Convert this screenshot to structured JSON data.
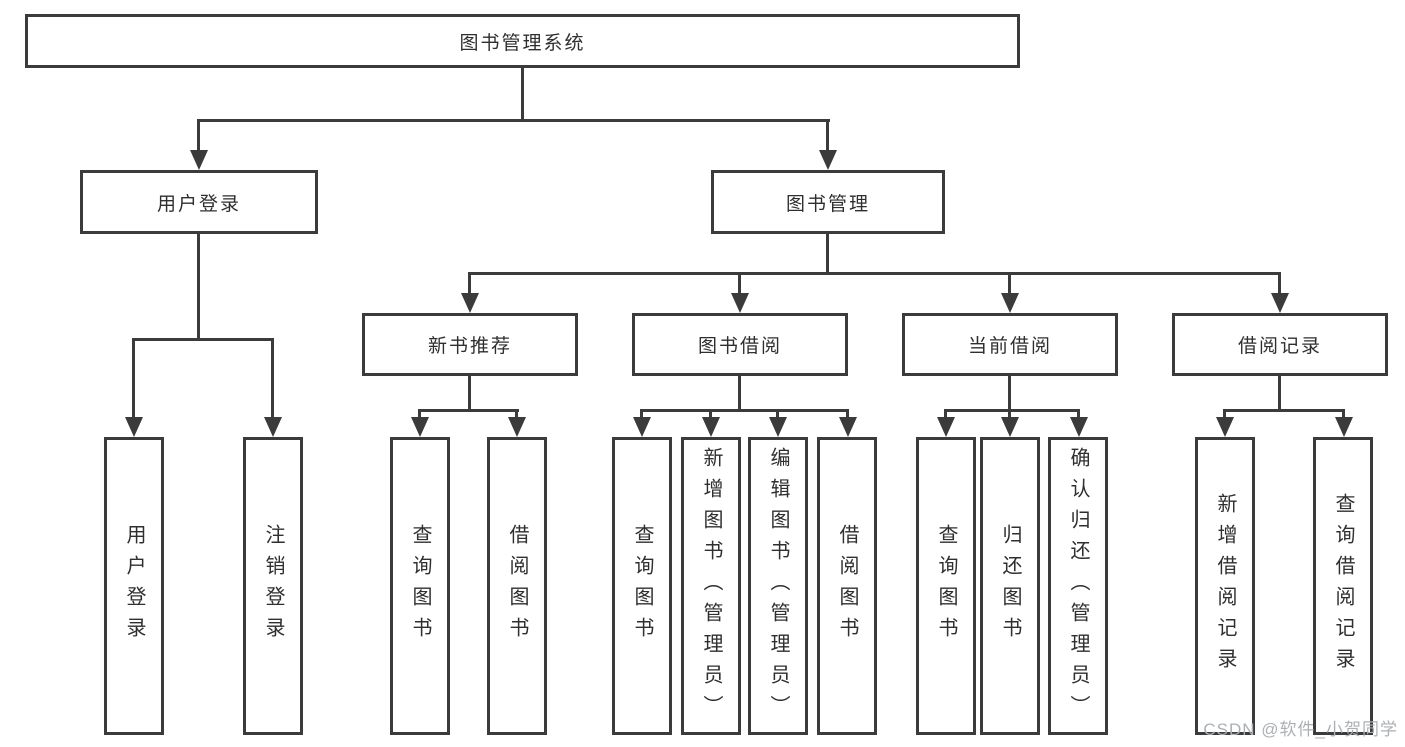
{
  "tree": {
    "root": "图书管理系统",
    "branches": [
      {
        "label": "用户登录",
        "children": [
          "用户登录",
          "注销登录"
        ]
      },
      {
        "label": "图书管理",
        "sections": [
          {
            "label": "新书推荐",
            "children": [
              "查询图书",
              "借阅图书"
            ]
          },
          {
            "label": "图书借阅",
            "children": [
              "查询图书",
              "新增图书（管理员）",
              "编辑图书（管理员）",
              "借阅图书"
            ]
          },
          {
            "label": "当前借阅",
            "children": [
              "查询图书",
              "归还图书",
              "确认归还（管理员）"
            ]
          },
          {
            "label": "借阅记录",
            "children": [
              "新增借阅记录",
              "查询借阅记录"
            ]
          }
        ]
      }
    ]
  },
  "watermark": "CSDN @软件_小贺同学",
  "colors": {
    "line": "#3b3b3b",
    "text": "#2f2f2f",
    "watermark": "#abb0b5",
    "bg": "#ffffff"
  }
}
